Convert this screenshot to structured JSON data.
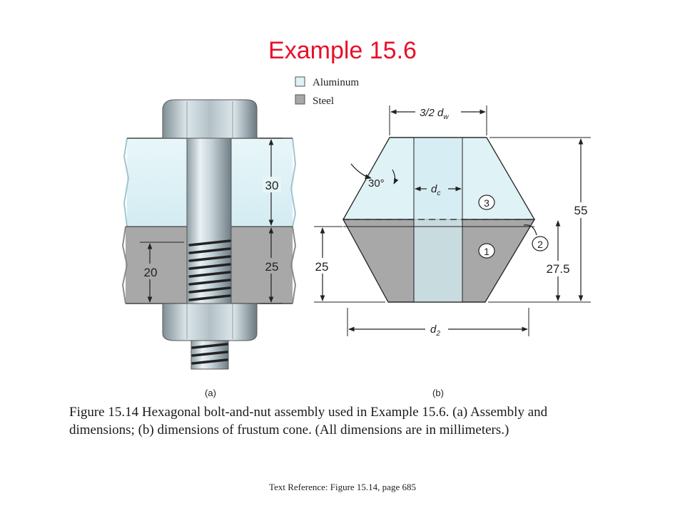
{
  "title": "Example 15.6",
  "legend": [
    {
      "label": "Aluminum",
      "color": "#dff2f6"
    },
    {
      "label": "Steel",
      "color": "#a8a8a8"
    }
  ],
  "panel_a": {
    "label": "(a)",
    "dims": {
      "top_plate": "30",
      "bottom_plate": "25",
      "thread": "20"
    }
  },
  "panel_b": {
    "label": "(b)",
    "top_width": "3/2 d",
    "top_width_sub": "w",
    "mid_width": "d",
    "mid_width_sub": "c",
    "bottom_width": "d",
    "bottom_width_sub": "2",
    "angle": "30°",
    "dims": {
      "height_total": "55",
      "height_left": "25",
      "height_half": "27.5"
    },
    "regions": [
      "1",
      "2",
      "3"
    ]
  },
  "caption": "Figure 15.14  Hexagonal bolt-and-nut assembly used in Example 15.6.  (a) Assembly and dimensions; (b) dimensions of frustum cone. (All dimensions are in millimeters.)",
  "reference": "Text Reference:  Figure 15.14,  page 685"
}
